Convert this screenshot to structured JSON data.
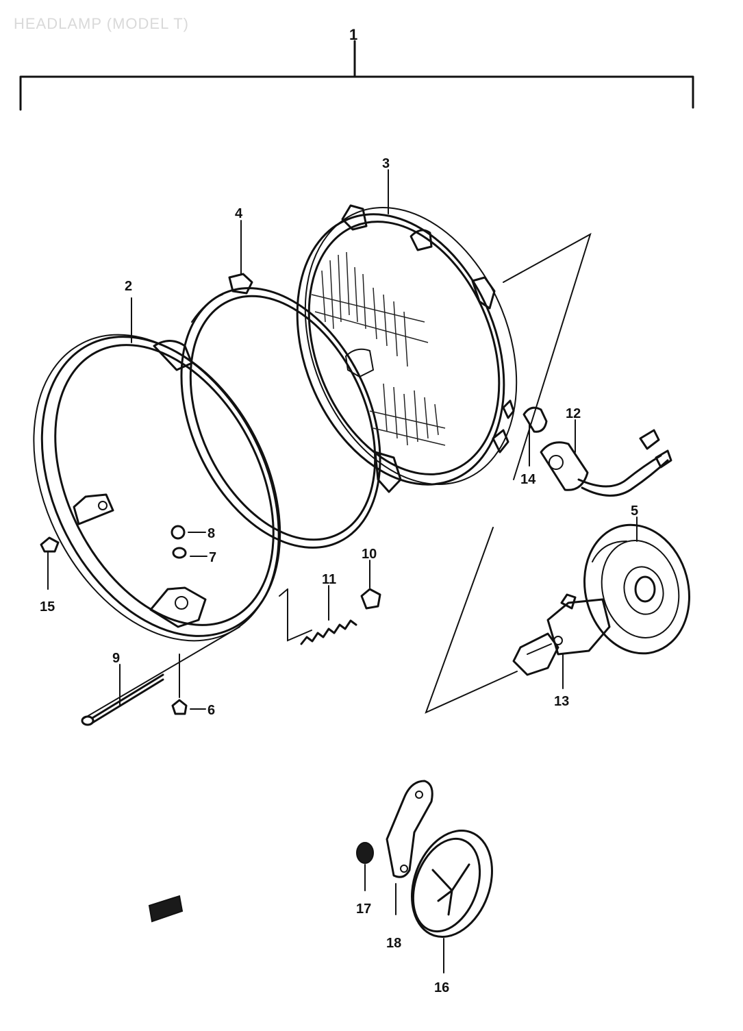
{
  "title": "HEADLAMP (MODEL T)",
  "callouts": {
    "c1": "1",
    "c2": "2",
    "c3": "3",
    "c4": "4",
    "c5": "5",
    "c6": "6",
    "c7": "7",
    "c8": "8",
    "c9": "9",
    "c10": "10",
    "c11": "11",
    "c12": "12",
    "c13": "13",
    "c14": "14",
    "c15": "15",
    "c16": "16",
    "c17": "17",
    "c18": "18"
  },
  "colors": {
    "ink": "#111111",
    "title": "#d9d9d9",
    "background": "#ffffff"
  }
}
